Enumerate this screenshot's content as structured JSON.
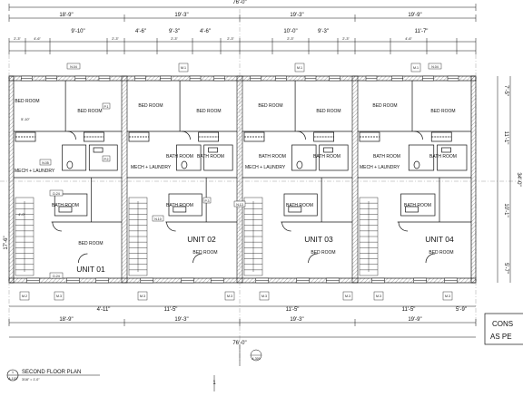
{
  "drawing": {
    "overall_dim": "76'-0\"",
    "top_dims": [
      "18'-9\"",
      "19'-3\"",
      "19'-3\"",
      "19'-9\""
    ],
    "bottom_dims": [
      "18'-9\"",
      "19'-3\"",
      "19'-3\"",
      "19'-9\""
    ],
    "bottom_overall": "76'-0\"",
    "top_sub_dims": [
      "9'-10\"",
      "4'-6\"",
      "9'-3\"",
      "4'-6\"",
      "10'-0\"",
      "9'-3\"",
      "11'-7\""
    ],
    "top_small_dims": [
      "2'-3\"",
      "4'-6\"",
      "2'-3\"",
      "2'-3\"",
      "2'-3\"",
      "2'-3\"",
      "2'-3\"",
      "4'-6\""
    ],
    "bottom_sub_dims": [
      "4'-11\"",
      "11'-5\"",
      "11'-5\"",
      "11'-5\"",
      "5'-9\""
    ],
    "right_dims": [
      "7'-5\"",
      "11'-1\"",
      "10'-1\"",
      "5'-7\"",
      "34'-0\""
    ],
    "left_dims": [
      "17'-6\"",
      "5'-10\"",
      "4'-0\""
    ],
    "units": [
      "UNIT 01",
      "UNIT 02",
      "UNIT 03",
      "UNIT 04"
    ],
    "rooms": {
      "bed": "BED ROOM",
      "bath": "BATH ROOM",
      "mech": "MECH + LAUNDRY"
    },
    "tags": [
      "M.1",
      "M.2",
      "M.3",
      "M.4",
      "M.5",
      "N.04",
      "N.05",
      "N.10",
      "N.13",
      "P.1",
      "P.2",
      "P.3"
    ],
    "door_tag": "D.24",
    "cons_note": [
      "CONS",
      "AS PE"
    ],
    "callout_ref": "A.300",
    "section_mark": "1"
  },
  "title_block": {
    "number": "1",
    "sheet": "A.102",
    "title": "SECOND FLOOR PLAN",
    "scale": "3/16\" = 1'-0\""
  },
  "colors": {
    "line": "#111111",
    "hatch": "#6a6a6a",
    "grid": "#888888"
  }
}
